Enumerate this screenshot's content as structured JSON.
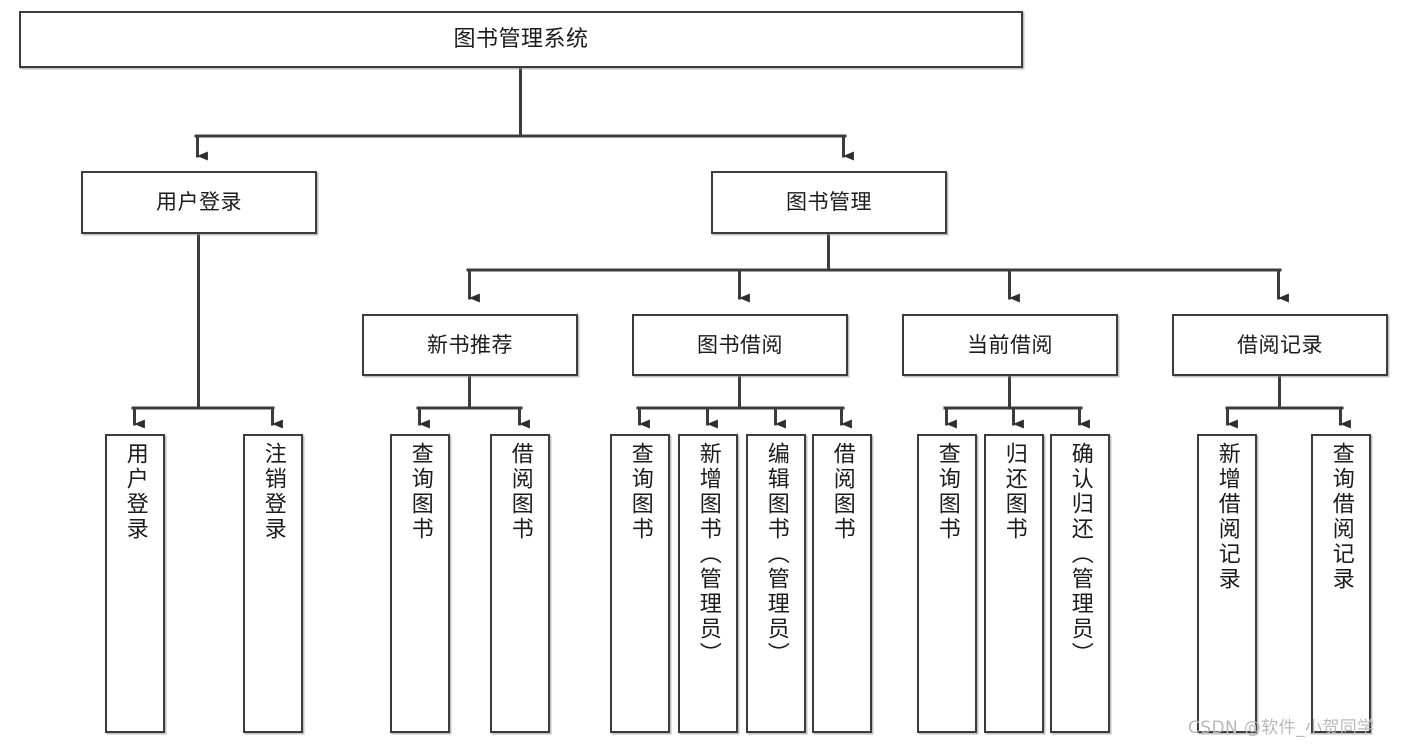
{
  "diagram": {
    "type": "tree",
    "title": "图书管理系统",
    "root": {
      "label": "图书管理系统"
    },
    "level2": [
      {
        "label": "用户登录"
      },
      {
        "label": "图书管理"
      }
    ],
    "level3": [
      {
        "label": "新书推荐"
      },
      {
        "label": "图书借阅"
      },
      {
        "label": "当前借阅"
      },
      {
        "label": "借阅记录"
      }
    ],
    "leaves": {
      "user_login": [
        {
          "label": "用户登录"
        },
        {
          "label": "注销登录"
        }
      ],
      "new_book_recommend": [
        {
          "label": "查询图书"
        },
        {
          "label": "借阅图书"
        }
      ],
      "book_borrow": [
        {
          "label": "查询图书"
        },
        {
          "label": "新增图书（管理员）"
        },
        {
          "label": "编辑图书（管理员）"
        },
        {
          "label": "借阅图书"
        }
      ],
      "current_borrow": [
        {
          "label": "查询图书"
        },
        {
          "label": "归还图书"
        },
        {
          "label": "确认归还（管理员）"
        }
      ],
      "borrow_record": [
        {
          "label": "新增借阅记录"
        },
        {
          "label": "查询借阅记录"
        }
      ]
    }
  },
  "watermark": {
    "text": "CSDN @软件_小贺同学"
  },
  "colors": {
    "box_border": "#3c3c3c",
    "box_fill": "#ffffff",
    "line": "#3c3c3c",
    "text": "#1b1b1b",
    "watermark": "#b9b9b9"
  }
}
